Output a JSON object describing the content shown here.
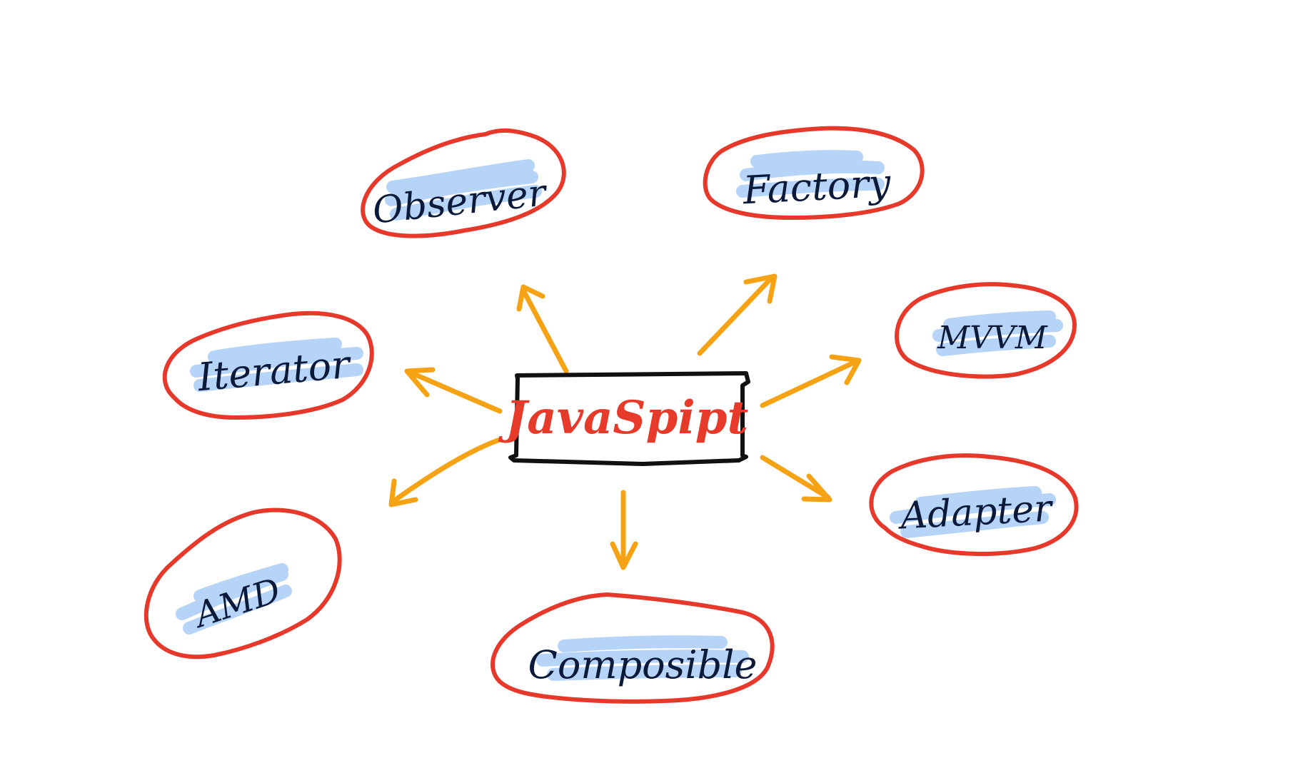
{
  "center": {
    "label": "JavaSpipt"
  },
  "nodes": [
    {
      "id": "observer",
      "label": "Observer"
    },
    {
      "id": "factory",
      "label": "Factory"
    },
    {
      "id": "iterator",
      "label": "Iterator"
    },
    {
      "id": "mvvm",
      "label": "MVVM"
    },
    {
      "id": "adapter",
      "label": "Adapter"
    },
    {
      "id": "amd",
      "label": "AMD"
    },
    {
      "id": "composible",
      "label": "Composible"
    }
  ],
  "colors": {
    "ellipse_stroke": "#e6392b",
    "highlight": "#a9cdf7",
    "arrow": "#f5a214",
    "box_stroke": "#111111",
    "center_text": "#e63a2a",
    "node_text": "#0c1a3a"
  }
}
